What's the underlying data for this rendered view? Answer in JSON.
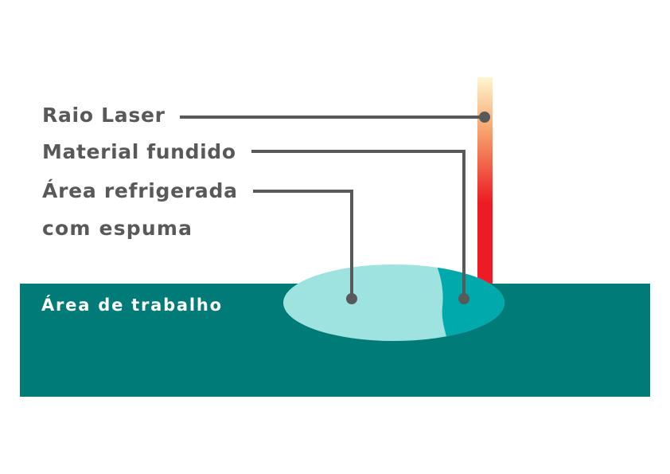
{
  "labels": {
    "laser": "Raio Laser",
    "molten": "Material fundido",
    "cooled_line1": "Área refrigerada",
    "cooled_line2": "com espuma",
    "work_area": "Área de trabalho"
  },
  "colors": {
    "text": "#58595b",
    "work_area": "#007b78",
    "cooled": "#9ee3e0",
    "molten": "#00a9ac",
    "laser_top": "#fff5cc",
    "laser_bottom": "#ed1c24",
    "leader": "#58595b"
  }
}
